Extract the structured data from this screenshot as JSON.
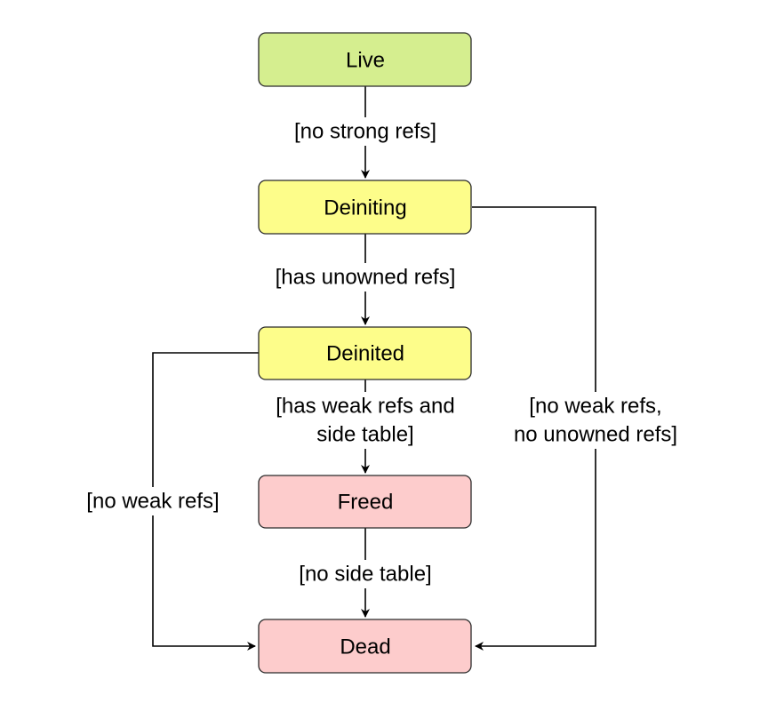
{
  "nodes": {
    "live": {
      "label": "Live",
      "fill": "#d5ee8f"
    },
    "deiniting": {
      "label": "Deiniting",
      "fill": "#fdfd8a"
    },
    "deinited": {
      "label": "Deinited",
      "fill": "#fdfd8a"
    },
    "freed": {
      "label": "Freed",
      "fill": "#fdcccc"
    },
    "dead": {
      "label": "Dead",
      "fill": "#fdcccc"
    }
  },
  "edges": {
    "live_to_deiniting": {
      "label": [
        "[no strong refs]"
      ]
    },
    "deiniting_to_deinited": {
      "label": [
        "[has unowned refs]"
      ]
    },
    "deinited_to_freed": {
      "label": [
        "[has weak refs and",
        "side table]"
      ]
    },
    "freed_to_dead": {
      "label": [
        "[no side table]"
      ]
    },
    "deinited_to_dead": {
      "label": [
        "[no weak refs]"
      ]
    },
    "deiniting_to_dead": {
      "label": [
        "[no weak refs,",
        "no unowned refs]"
      ]
    }
  }
}
